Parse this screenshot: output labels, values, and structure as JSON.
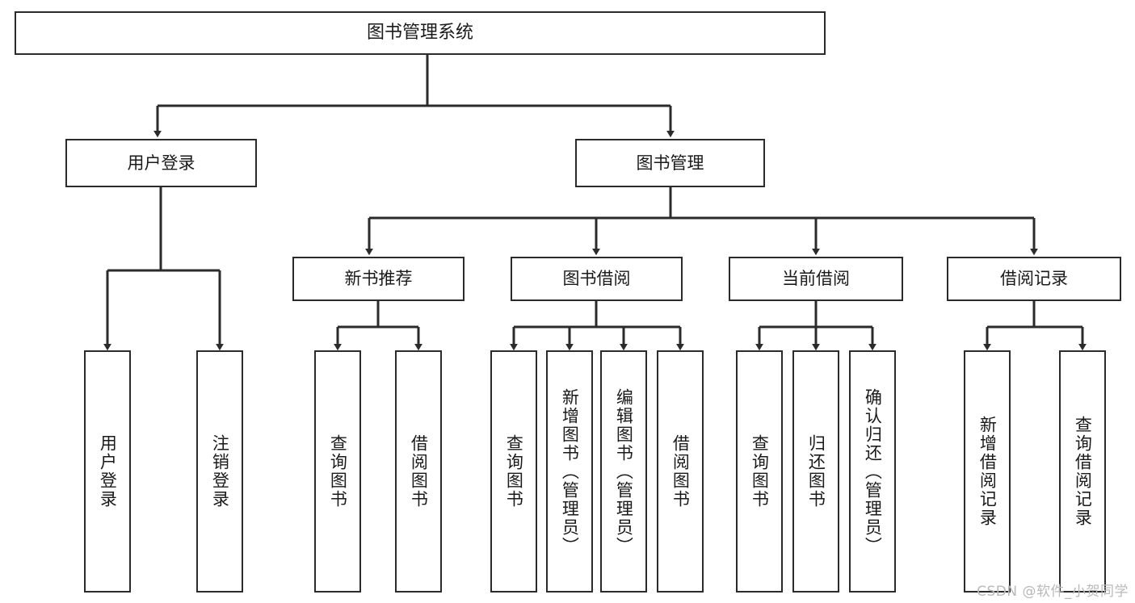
{
  "diagram": {
    "title": "图书管理系统",
    "type": "tree-hierarchy",
    "watermark": "CSDN @软件_小贺同学",
    "colors": {
      "background": "#ffffff",
      "node_border": "#2b2b2b",
      "node_fill": "#ffffff",
      "edge": "#2b2b2b",
      "text": "#1a1a1a",
      "watermark": "#b9b9b9"
    },
    "nodes": {
      "root": {
        "label": "图书管理系统"
      },
      "level1": [
        {
          "label": "用户登录"
        },
        {
          "label": "图书管理"
        }
      ],
      "level2": [
        {
          "label": "新书推荐"
        },
        {
          "label": "图书借阅"
        },
        {
          "label": "当前借阅"
        },
        {
          "label": "借阅记录"
        }
      ],
      "leaves": {
        "user_login": [
          {
            "label": "用户登录"
          },
          {
            "label": "注销登录"
          }
        ],
        "new_book_recommend": [
          {
            "label": "查询图书"
          },
          {
            "label": "借阅图书"
          }
        ],
        "book_borrow": [
          {
            "label": "查询图书"
          },
          {
            "label": "新增图书（管理员）"
          },
          {
            "label": "编辑图书（管理员）"
          },
          {
            "label": "借阅图书"
          }
        ],
        "current_borrow": [
          {
            "label": "查询图书"
          },
          {
            "label": "归还图书"
          },
          {
            "label": "确认归还（管理员）"
          }
        ],
        "borrow_record": [
          {
            "label": "新增借阅记录"
          },
          {
            "label": "查询借阅记录"
          }
        ]
      }
    }
  }
}
